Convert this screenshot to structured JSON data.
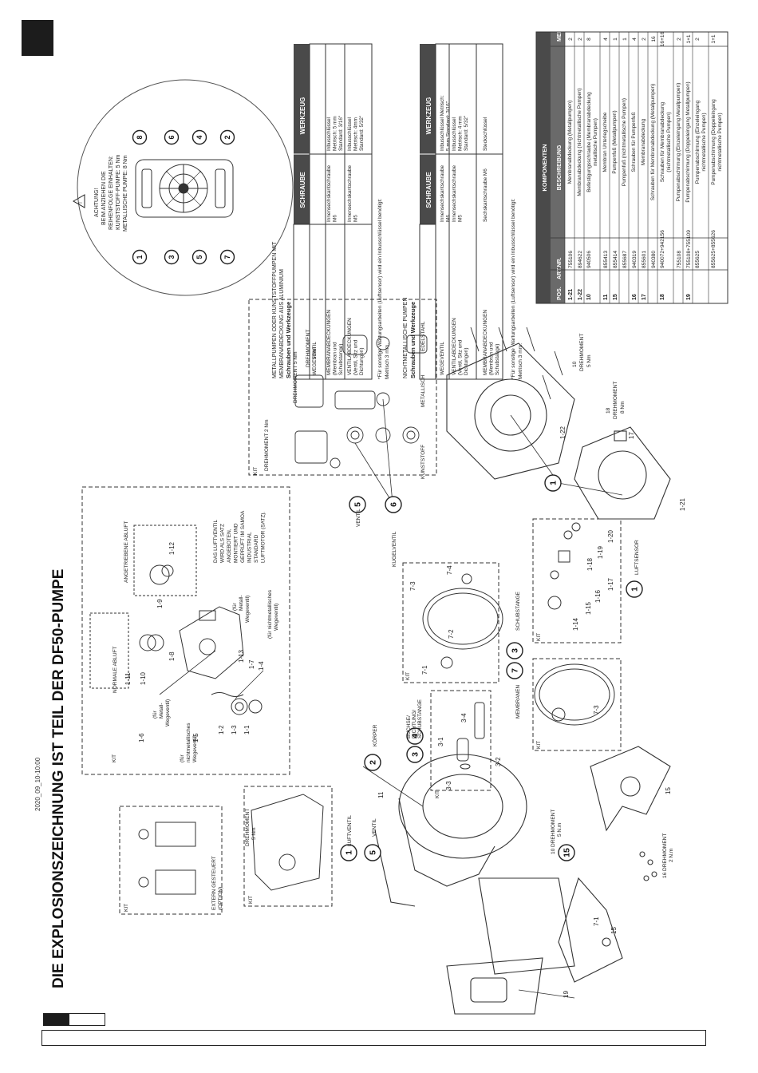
{
  "header": {
    "date": "2020_09_10-10:00",
    "title": "DIE EXPLOSIONSZEICHNUNG IST TEIL DER DF50-PUMPE"
  },
  "torque_note": {
    "title": "ACHTUNG!",
    "lines": [
      "BEIM ANZIEHEN DIE",
      "REIHENFOLGE EINHALTEN:",
      "KUNSTSTOFF-PUMPE: 5 Nm",
      "METALLISCHE PUMPE: 8 Nm"
    ],
    "sequence": [
      "1",
      "8",
      "6",
      "4",
      "2",
      "7",
      "5",
      "3"
    ]
  },
  "metal_table": {
    "intro": [
      "METALLPUMPEN ODER KUNSTSTOFFPUMPEN MIT",
      "MEMBRANABDECKUNG AUS ALUMINIUM"
    ],
    "subtitle": "Schrauben und Werkzeuge",
    "col_headers": [
      "SCHRAUBE",
      "WERKZEUG"
    ],
    "rows": [
      {
        "label": [
          "WEGEVENTIL"
        ],
        "screw": [],
        "tool": []
      },
      {
        "label": [
          "MEMBRANABDECKUNGEN",
          "(Membran und",
          "Schubstange)"
        ],
        "screw": [
          "Innensechskantschraube",
          "M6"
        ],
        "tool": [
          "Inbusschlüssel",
          "Metrisch: 5 mm",
          "Standard: 3/16\""
        ]
      },
      {
        "label": [
          "VENTILABDECKUNGEN",
          "(Ventil, Sitz und",
          "Dichtungen)"
        ],
        "screw": [
          "Innensechskantschraube",
          "M5"
        ],
        "tool": [
          "Inbusschlüssel",
          "Metrisch: 4mm",
          "Standard: 5/32\""
        ]
      }
    ],
    "footnote": [
      "*Für sonstige Wartungsarbeiten (Luftsensor) wird ein Inbusschlüssel benötigt:",
      "Metrisch 3 mm."
    ]
  },
  "nonmetal_table": {
    "intro": [
      "NICHTMETALLISCHE PUMPEN"
    ],
    "subtitle": "Schrauben und Werkzeuge",
    "col_headers": [
      "SCHRAUBE",
      "WERKZEUG"
    ],
    "rows": [
      {
        "label": [
          "WEGEVENTIL"
        ],
        "screw": [
          "Innensechskantschraube",
          "M6"
        ],
        "tool": [
          "Inbusschlüssel Metrisch:",
          "5 mm Standard: 3/16\""
        ]
      },
      {
        "label": [
          "VENTILABDECKUNGEN",
          "(Ventil, Sitz und",
          "Dichtungen)"
        ],
        "screw": [
          "Innensechskantschraube",
          "M5"
        ],
        "tool": [
          "Inbusschlüssel",
          "Metrisch: 4 mm",
          "Standard: 5/32\""
        ]
      },
      {
        "label": [
          "MEMBRANABDECKUNGEN",
          "(Membran und",
          "Schubstange)"
        ],
        "screw": [
          "Sechskantschraube M6"
        ],
        "tool": [
          "Steckschlüssel"
        ]
      }
    ],
    "footnote": [
      "*Für sonstige Wartungsarbeiten (Luftsensor) wird ein Inbusschlüssel benötigt:",
      "Metrisch 3 mm."
    ]
  },
  "components": {
    "title": "KOMPONENTEN",
    "headers": [
      "POS.",
      "ART.NR.",
      "BESCHREIBUNG",
      "MENGE"
    ],
    "rows": [
      {
        "pos": "1-21",
        "art": "755106",
        "desc": [
          "Membranabdeckung (Metallpumpen)"
        ],
        "qty": "2"
      },
      {
        "pos": "1-22",
        "art": "894622",
        "desc": [
          "Membranabdeckung (nichtmetallische Pumpen)"
        ],
        "qty": "2"
      },
      {
        "pos": "10",
        "art": "940506",
        "desc": [
          "Befestigungsschraube (Membranabdeckung",
          "metallische Pumpen)"
        ],
        "qty": "8"
      },
      {
        "pos": "11",
        "art": "855413",
        "desc": [
          "Membran Unterlegscheibe"
        ],
        "qty": "4"
      },
      {
        "pos": "15",
        "art": "855414",
        "desc": [
          "Pumpenfuß (Metallpumpen)"
        ],
        "qty": "1"
      },
      {
        "pos": "",
        "art": "855687",
        "desc": [
          "Pumpenfuß (nichtmetallische Pumpen)"
        ],
        "qty": "1"
      },
      {
        "pos": "16",
        "art": "940319",
        "desc": [
          "Schrauben für Pumpenfuß"
        ],
        "qty": "4"
      },
      {
        "pos": "17",
        "art": "855601",
        "desc": [
          "Membranabdeckung"
        ],
        "qty": "2"
      },
      {
        "pos": "",
        "art": "940380",
        "desc": [
          "Schrauben für Membranabdeckung (Metallpumpen)"
        ],
        "qty": "16"
      },
      {
        "pos": "18",
        "art": "940072+942156",
        "desc": [
          "Schrauben für Membranabdeckung",
          "(nichtmetallische Pumpen)"
        ],
        "qty": "16+16"
      },
      {
        "pos": "",
        "art": "755108",
        "desc": [
          "Pumpenabschirmung (Einzeleingang Metallpumpen)"
        ],
        "qty": "2"
      },
      {
        "pos": "19",
        "art": "755108+755109",
        "desc": [
          "Pumpenabschirmung (Doppeleingang Metallpumpen)"
        ],
        "qty": "1+1"
      },
      {
        "pos": "",
        "art": "855625",
        "desc": [
          "Pumpenabschirmung (Einzeleingang",
          "nichtmetallische Pumpen)"
        ],
        "qty": "2"
      },
      {
        "pos": "",
        "art": "855625+855626",
        "desc": [
          "Pumpenabschirmung (Doppeleingang",
          "nichtmetallische Pumpen)"
        ],
        "qty": "1+1"
      }
    ]
  },
  "callouts": [
    "1",
    "2",
    "3",
    "4",
    "5",
    "6",
    "7",
    "15"
  ],
  "diagram_labels": {
    "ventil_kit_drehmoment_2": "DREHMOMENT 2 Nm",
    "ventil_kit_drehmoment_5": "DREHMOMENT 5 Nm",
    "ventil_kit_drehmoment_5b": [
      "DREHMOMENT",
      "5 Nm"
    ],
    "kunststoff": "KUNSTSTOFF",
    "metallisch": "METALLISCH",
    "edelstahl": "EDELSTAHL",
    "kit": "KIT",
    "ventil": "VENTIL",
    "kugelventil": "KUGELVENTIL",
    "luftventil": "LUFTVENTIL",
    "luftsensor": "LUFTSENSOR",
    "schubstange": "SCHUBSTANGE",
    "membranen": "MEMBRANEN",
    "koerper": "KÖRPER",
    "buchse": [
      "BUCHSE/",
      "DICHTUNG/",
      "SCHUBSTANGE"
    ],
    "extern": [
      "EXTERN GESTEUERT",
      "(OPTION)"
    ],
    "normale_abluft": "NORMALE ABLUFT",
    "angetriebene_abluft": "ANGETRIEBENE ABLUFT",
    "luftventil_note": [
      "DAS LUFTVENTIL",
      "WIRD ALS SATZ",
      "ANGEBOTEN,",
      "MONTIERT UND",
      "GEPRÜFT IM SAMOA",
      "INDUSTRIAL",
      "STANDARD",
      "LUFTMOTOR (SATZ)."
    ],
    "fuer_metall": [
      "(für",
      "Metall-",
      "Wegeventil)"
    ],
    "fuer_nichtmetall": [
      "(für",
      "nichtmetallisches",
      "Wegeventil)"
    ],
    "fuer_nichtmetall_b": [
      "(für nichtmetallisches",
      "Wegeventil)"
    ],
    "fuer_metall_b": [
      "(für",
      "Metall-",
      "Wegeventil)"
    ],
    "drehmoment_body": [
      "DREHMOMENT",
      "5 Nm"
    ],
    "drehmoment_10": [
      "10 DREHMOMENT",
      "5 N.m"
    ],
    "drehmoment_16": [
      "16 DREHMOMENT",
      "2 N.m"
    ],
    "drehmoment_10b": [
      "10",
      "DREHMOMENT",
      "5 Nm"
    ],
    "drehmoment_18": [
      "18",
      "DREHMOMENT",
      "8 Nm"
    ],
    "part_numbers": [
      "1-1",
      "1-2",
      "1-3",
      "1-4",
      "1-5",
      "1-6",
      "1-7",
      "1-8",
      "1-9",
      "1-10",
      "1-11",
      "1-12",
      "1-13",
      "1-14",
      "1-15",
      "1-16",
      "1-17",
      "1-18",
      "1-19",
      "1-20",
      "1-21",
      "1-22",
      "3-1",
      "3-2",
      "3-3",
      "3-4",
      "7-1",
      "7-2",
      "7-3",
      "7-4",
      "11",
      "15",
      "17",
      "19"
    ]
  }
}
